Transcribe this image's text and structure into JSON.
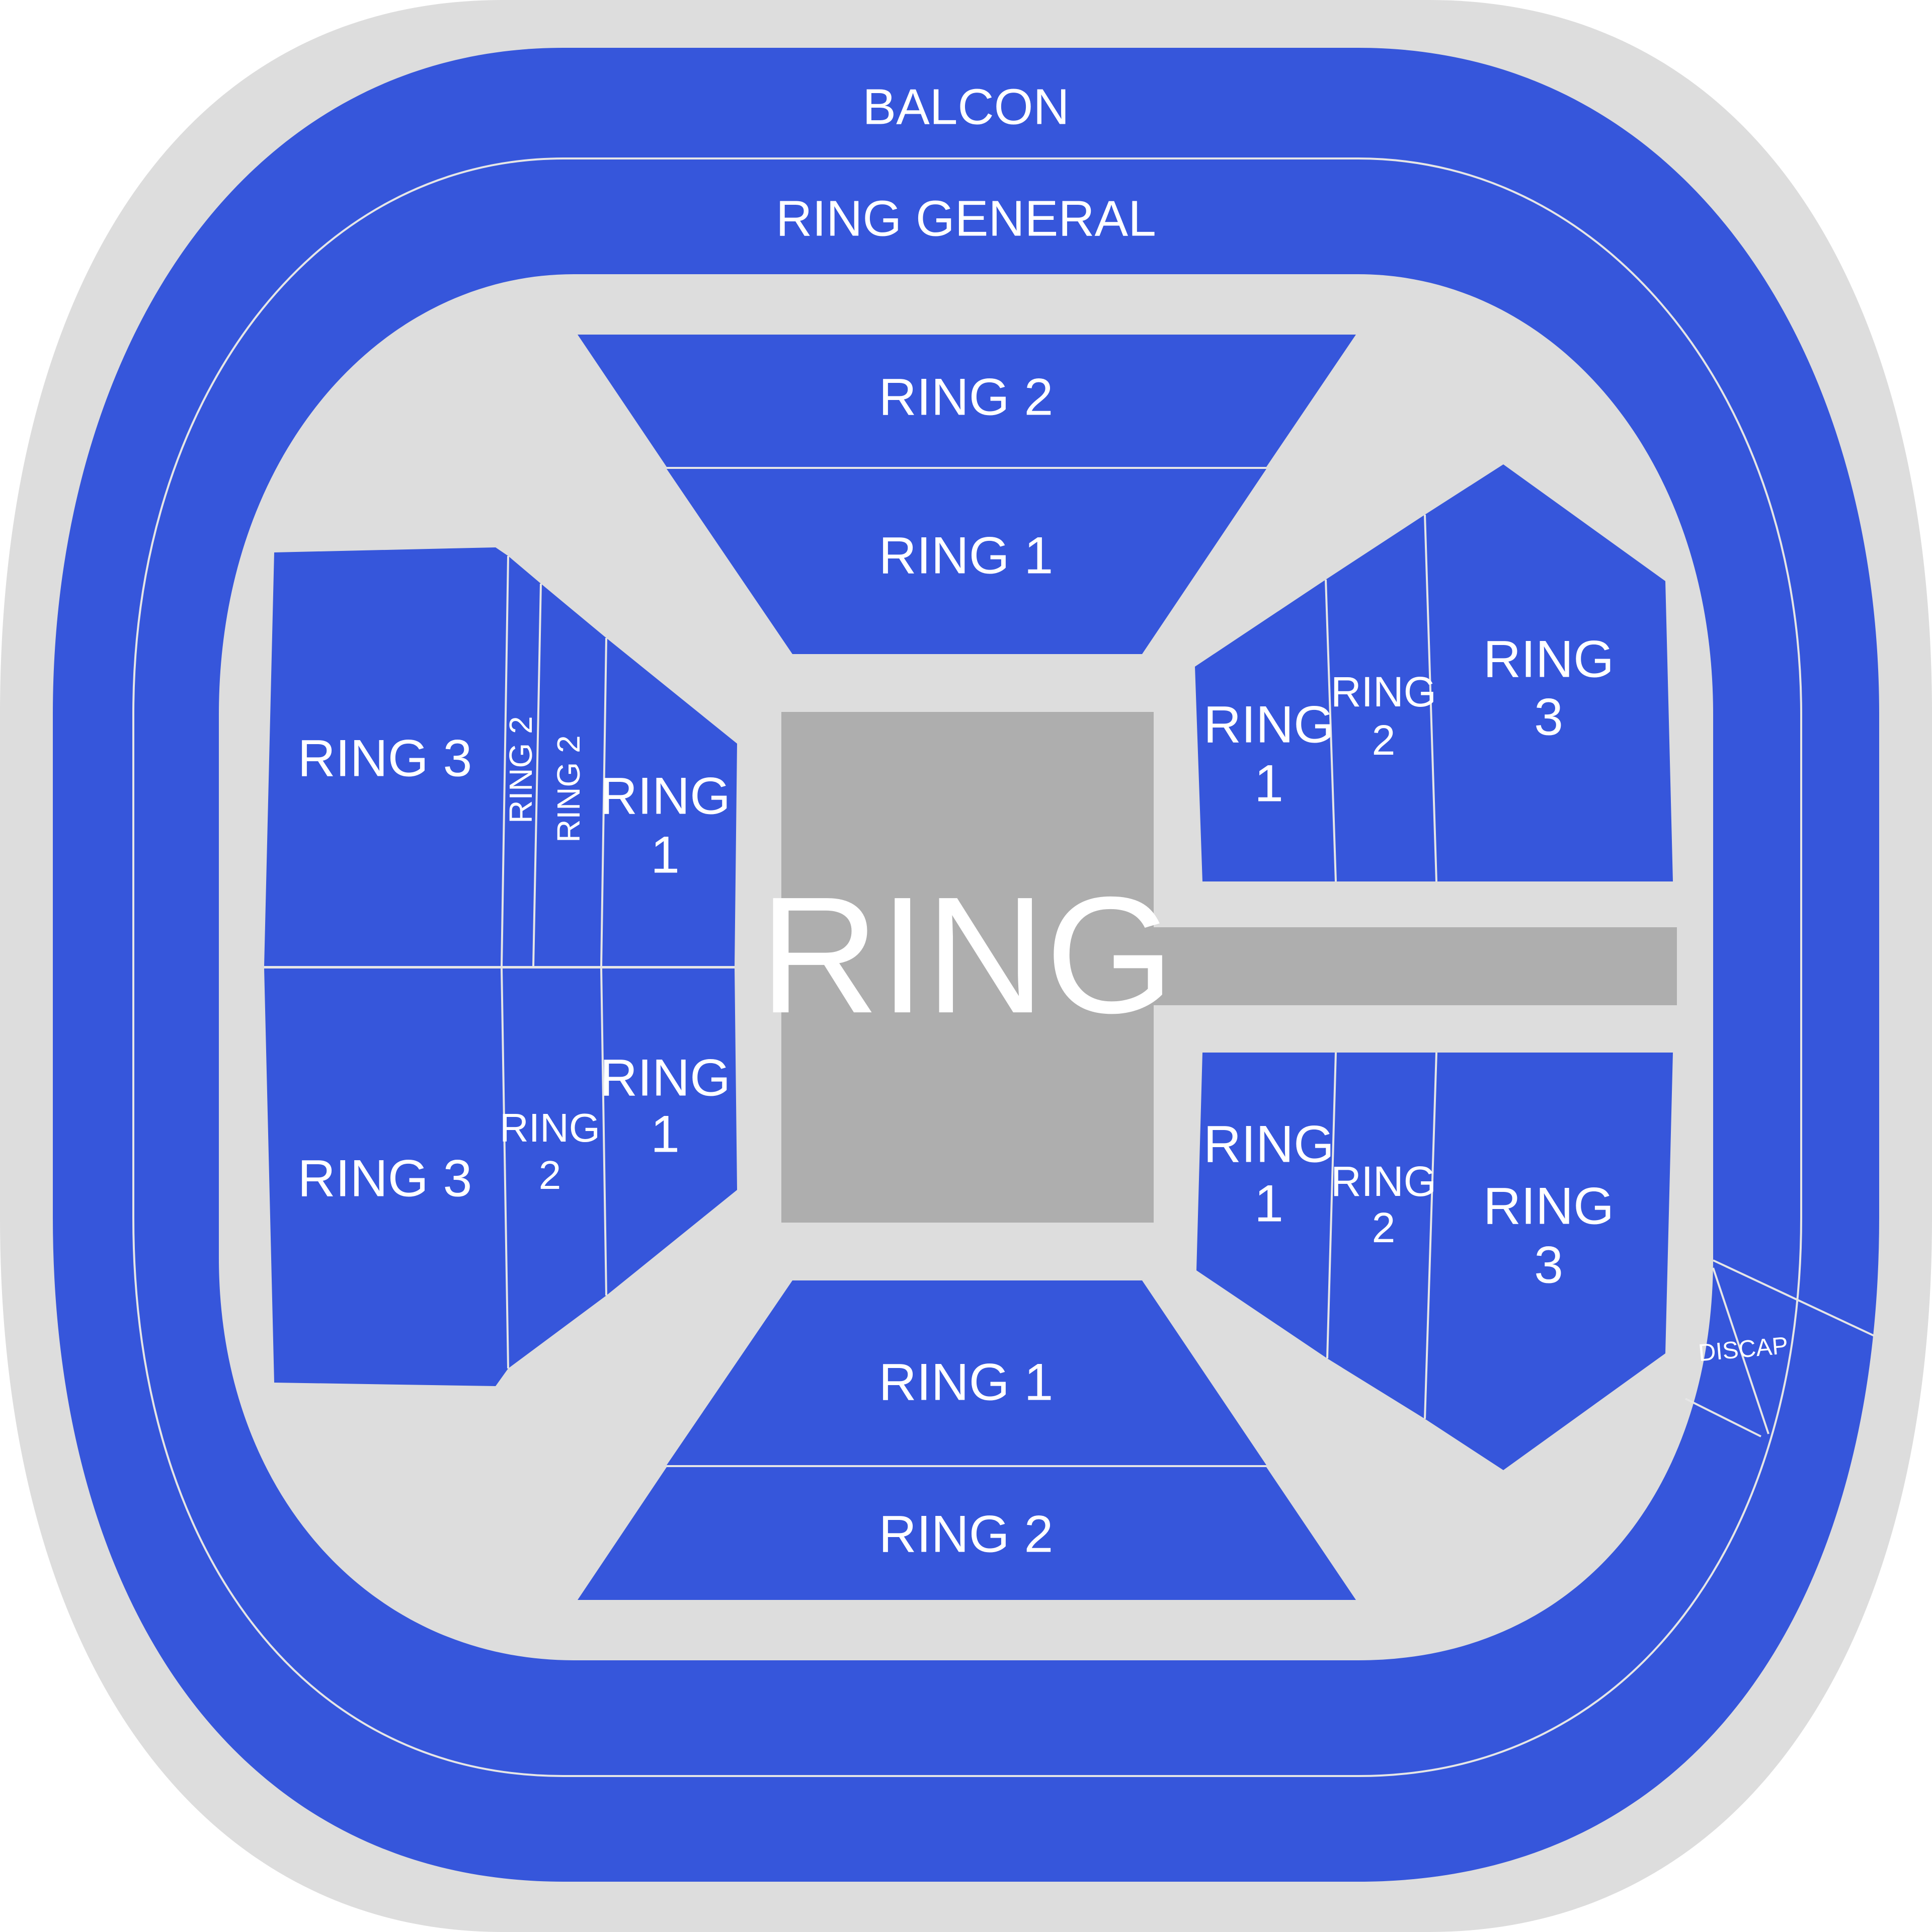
{
  "colors": {
    "section": "#3656DB",
    "aisle": "#DDDDDD",
    "stage": "#AEAEAE",
    "label": "#FFFFFF",
    "divider": "#E6E6E6"
  },
  "outer": {
    "balcon": "BALCON",
    "ring_general": "RING GENERAL",
    "discap": "DISCAP"
  },
  "stage": {
    "label": "RING"
  },
  "top": {
    "outer_label": "RING 2",
    "inner_label": "RING 1"
  },
  "bottom": {
    "inner_label": "RING 1",
    "outer_label": "RING 2"
  },
  "left_top": {
    "ring3": "RING 3",
    "ring2a": "RING 2",
    "ring2b": "RING 2",
    "ring1_line1": "RING",
    "ring1_line2": "1"
  },
  "left_bottom": {
    "ring3": "RING 3",
    "ring2_line1": "RING",
    "ring2_line2": "2",
    "ring1_line1": "RING",
    "ring1_line2": "1"
  },
  "right_top": {
    "ring1_line1": "RING",
    "ring1_line2": "1",
    "ring2_line1": "RING",
    "ring2_line2": "2",
    "ring3_line1": "RING",
    "ring3_line2": "3"
  },
  "right_bottom": {
    "ring1_line1": "RING",
    "ring1_line2": "1",
    "ring2_line1": "RING",
    "ring2_line2": "2",
    "ring3_line1": "RING",
    "ring3_line2": "3"
  }
}
